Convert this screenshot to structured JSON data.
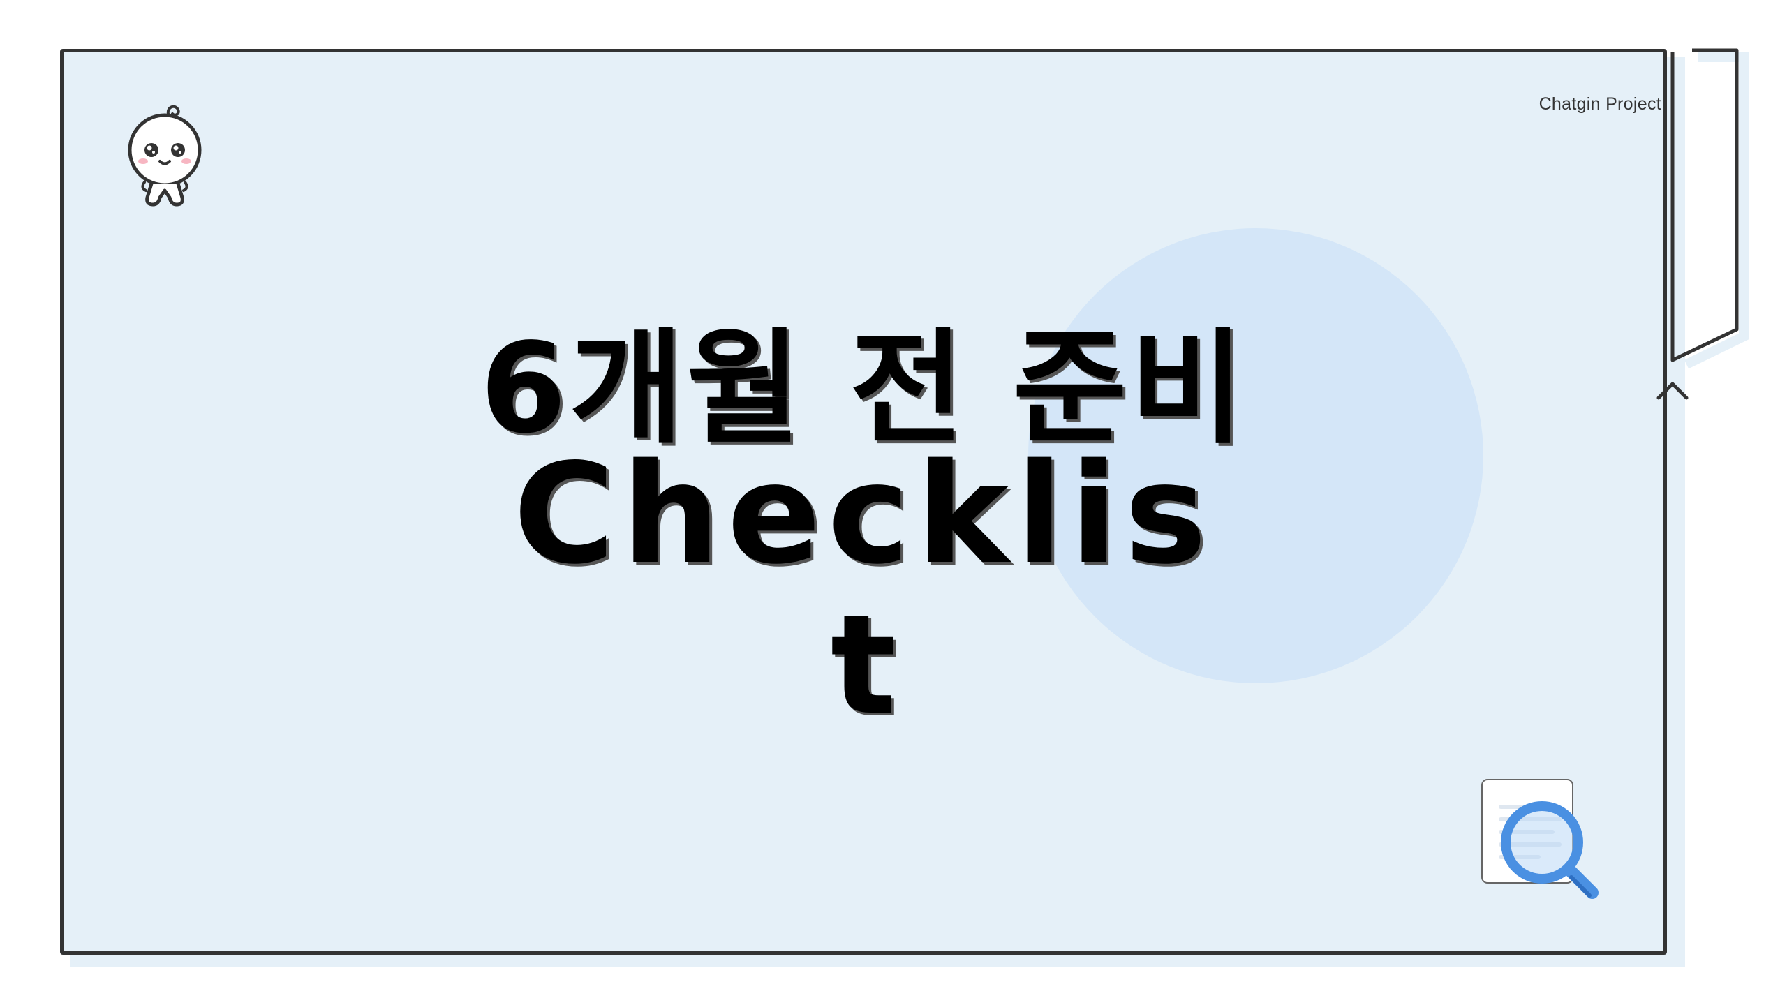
{
  "brand": {
    "label": "Chatgin Project"
  },
  "slide": {
    "title_lines": [
      "6개월 전 준비",
      "Checklis",
      "t"
    ]
  },
  "icons": {
    "logo": "baby-mascot-icon",
    "illustration": "document-search-icon",
    "corner_arrow": "arrow-up-icon"
  },
  "colors": {
    "background": "#e5f0f8",
    "circle": "#d4e6f8",
    "frame": "#333333",
    "accent": "#4a90e2"
  }
}
